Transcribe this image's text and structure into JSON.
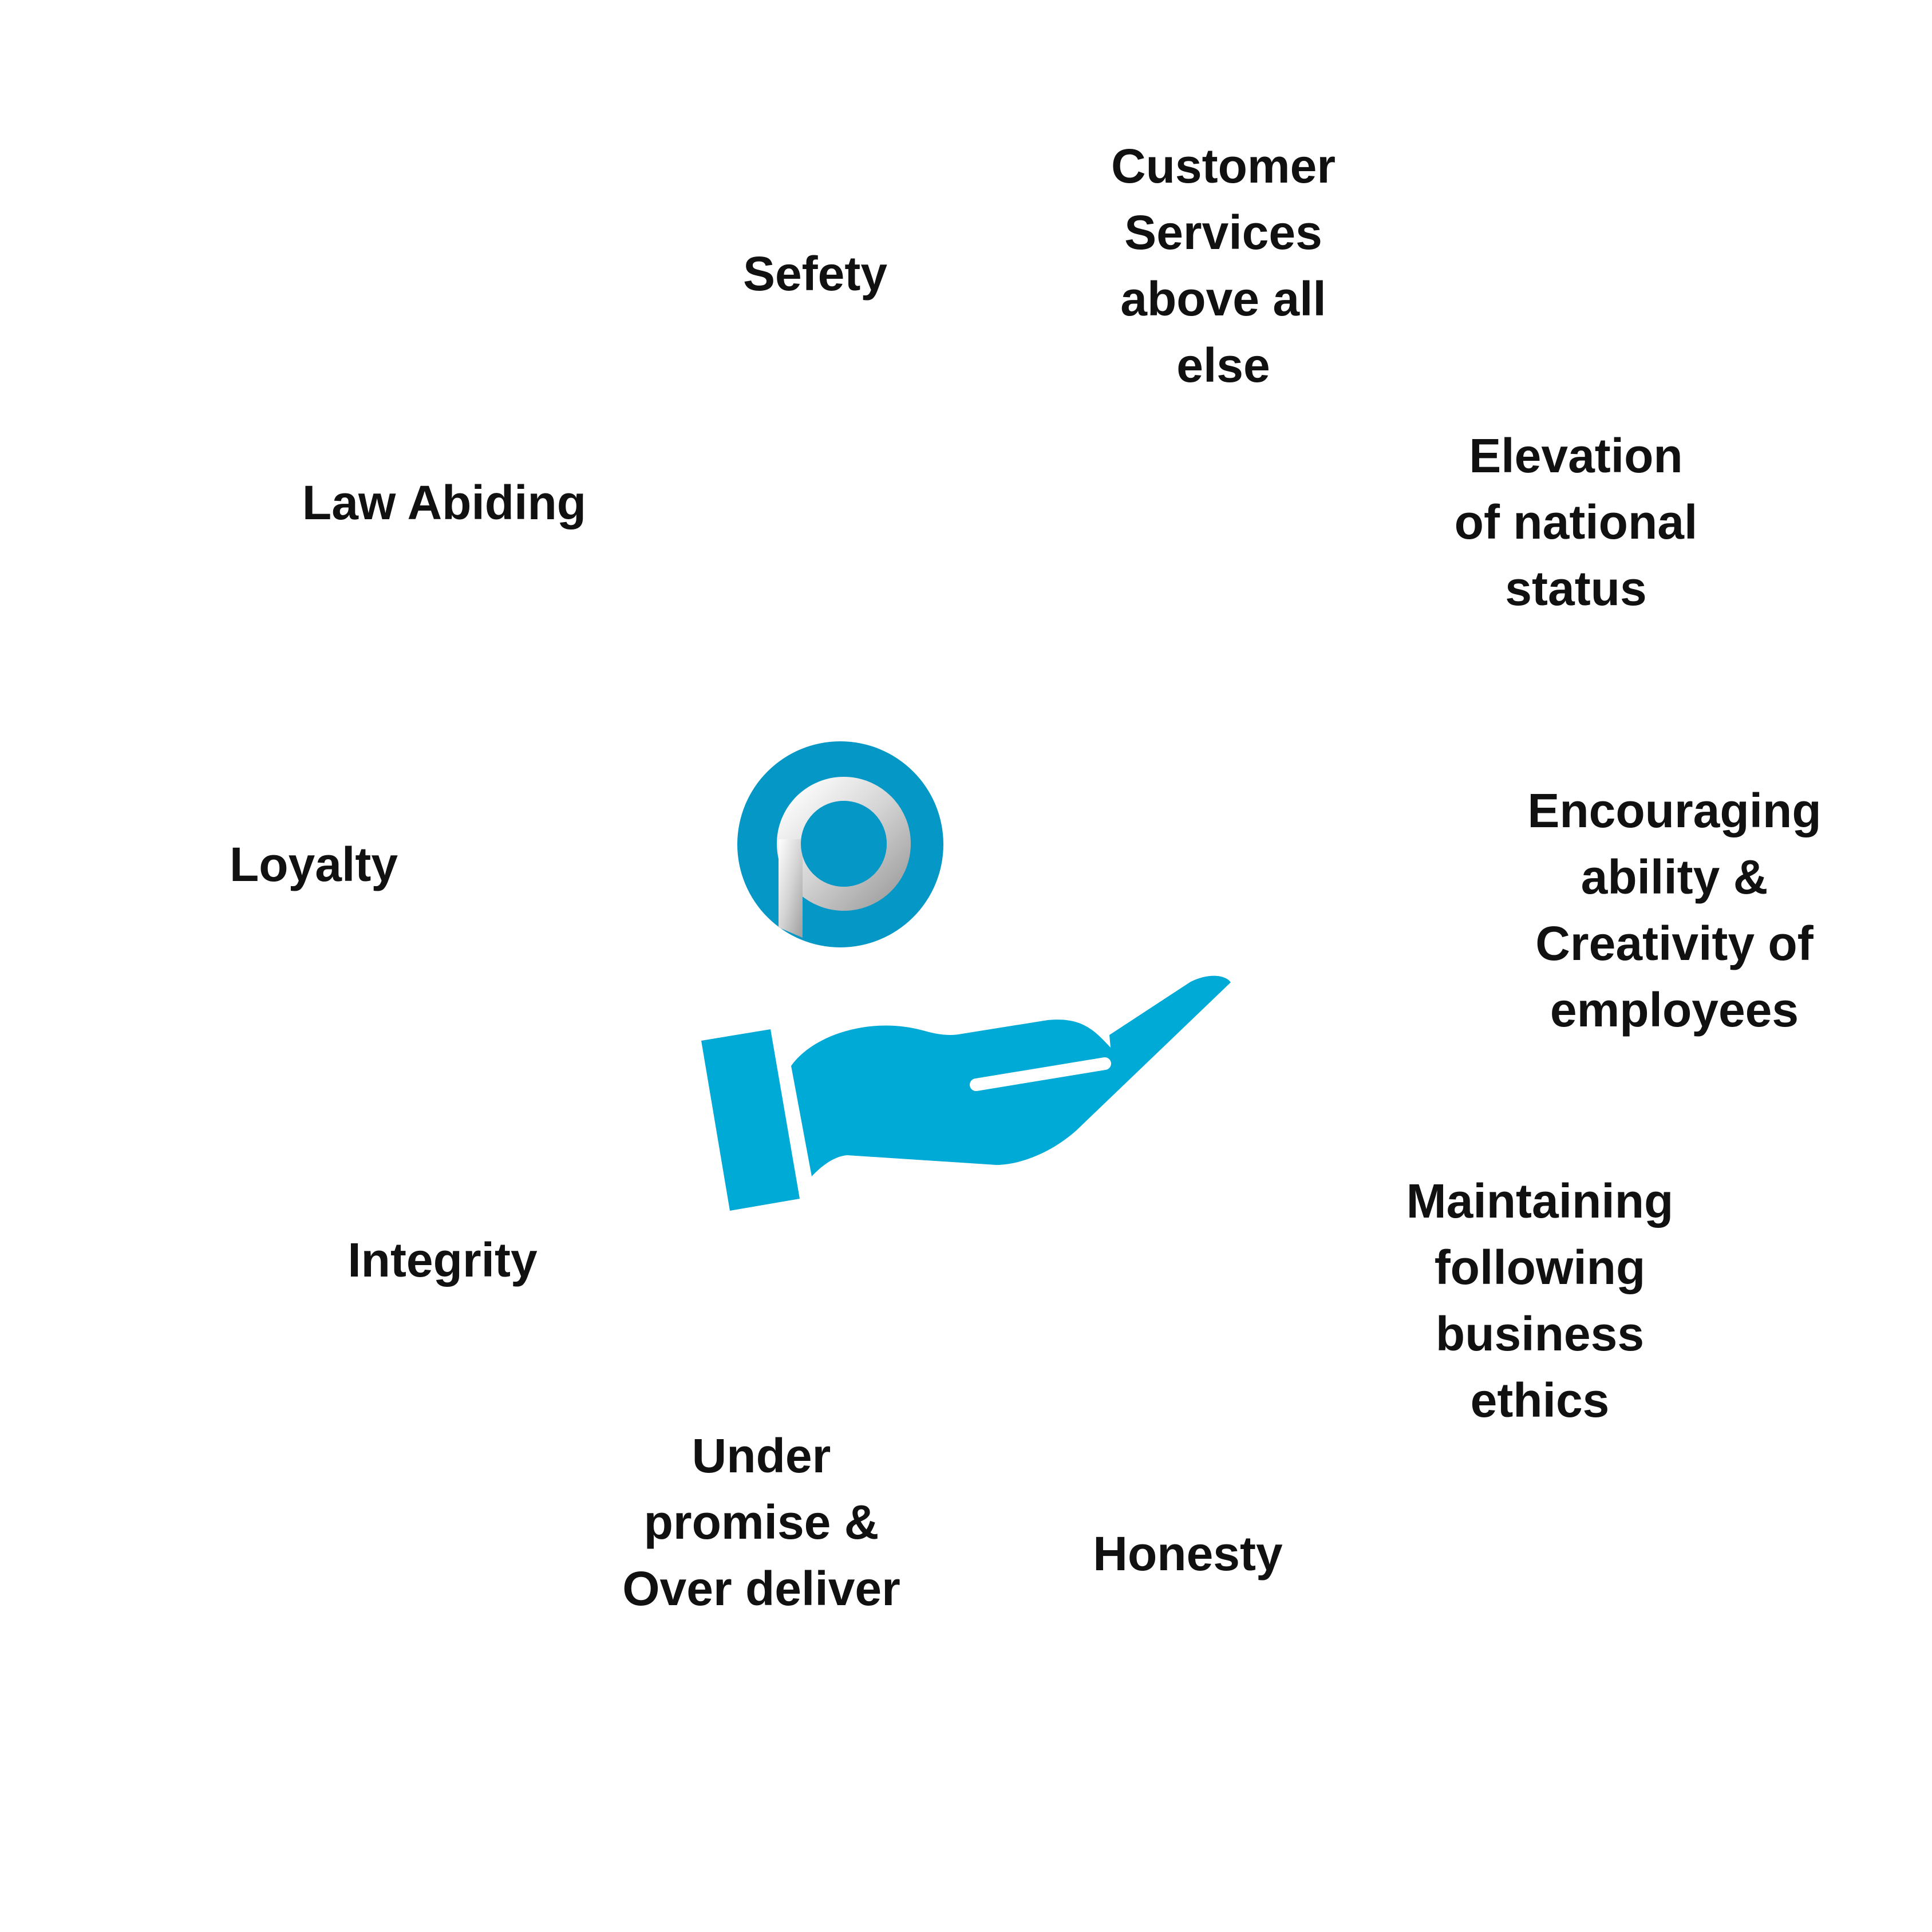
{
  "diagram": {
    "values": [
      {
        "id": "safety",
        "text": "Sefety"
      },
      {
        "id": "customer",
        "text": "Customer\nServices\nabove all\nelse"
      },
      {
        "id": "law",
        "text": "Law Abiding"
      },
      {
        "id": "elevation",
        "text": "Elevation\nof national\nstatus"
      },
      {
        "id": "loyalty",
        "text": "Loyalty"
      },
      {
        "id": "encouraging",
        "text": "Encouraging\nability &\nCreativity of\nemployees"
      },
      {
        "id": "integrity",
        "text": "Integrity"
      },
      {
        "id": "maintaining",
        "text": "Maintaining\nfollowing\nbusiness\nethics"
      },
      {
        "id": "under",
        "text": "Under\npromise &\nOver deliver"
      },
      {
        "id": "honesty",
        "text": "Honesty"
      }
    ],
    "center": {
      "logo_icon": "p-logo-icon",
      "hand_icon": "open-hand-icon"
    },
    "colors": {
      "logo_circle": "#0597c5",
      "hand": "#00aad6",
      "logo_letter": "#e6e6e6",
      "text": "#111111"
    }
  }
}
